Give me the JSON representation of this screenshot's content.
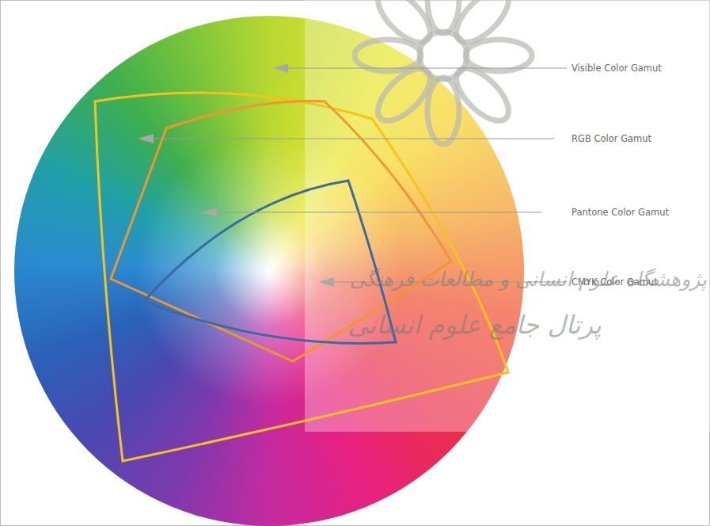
{
  "diagram": {
    "labels": [
      "Visible Color Gamut",
      "RGB Color Gamut",
      "Pantone Color Gamut",
      "CMYK Color Gamut",
      "پژوهشگاه علوم انسانی و مطالعات فرهنگی",
      "پرتال جامع علوم انسانی"
    ]
  }
}
